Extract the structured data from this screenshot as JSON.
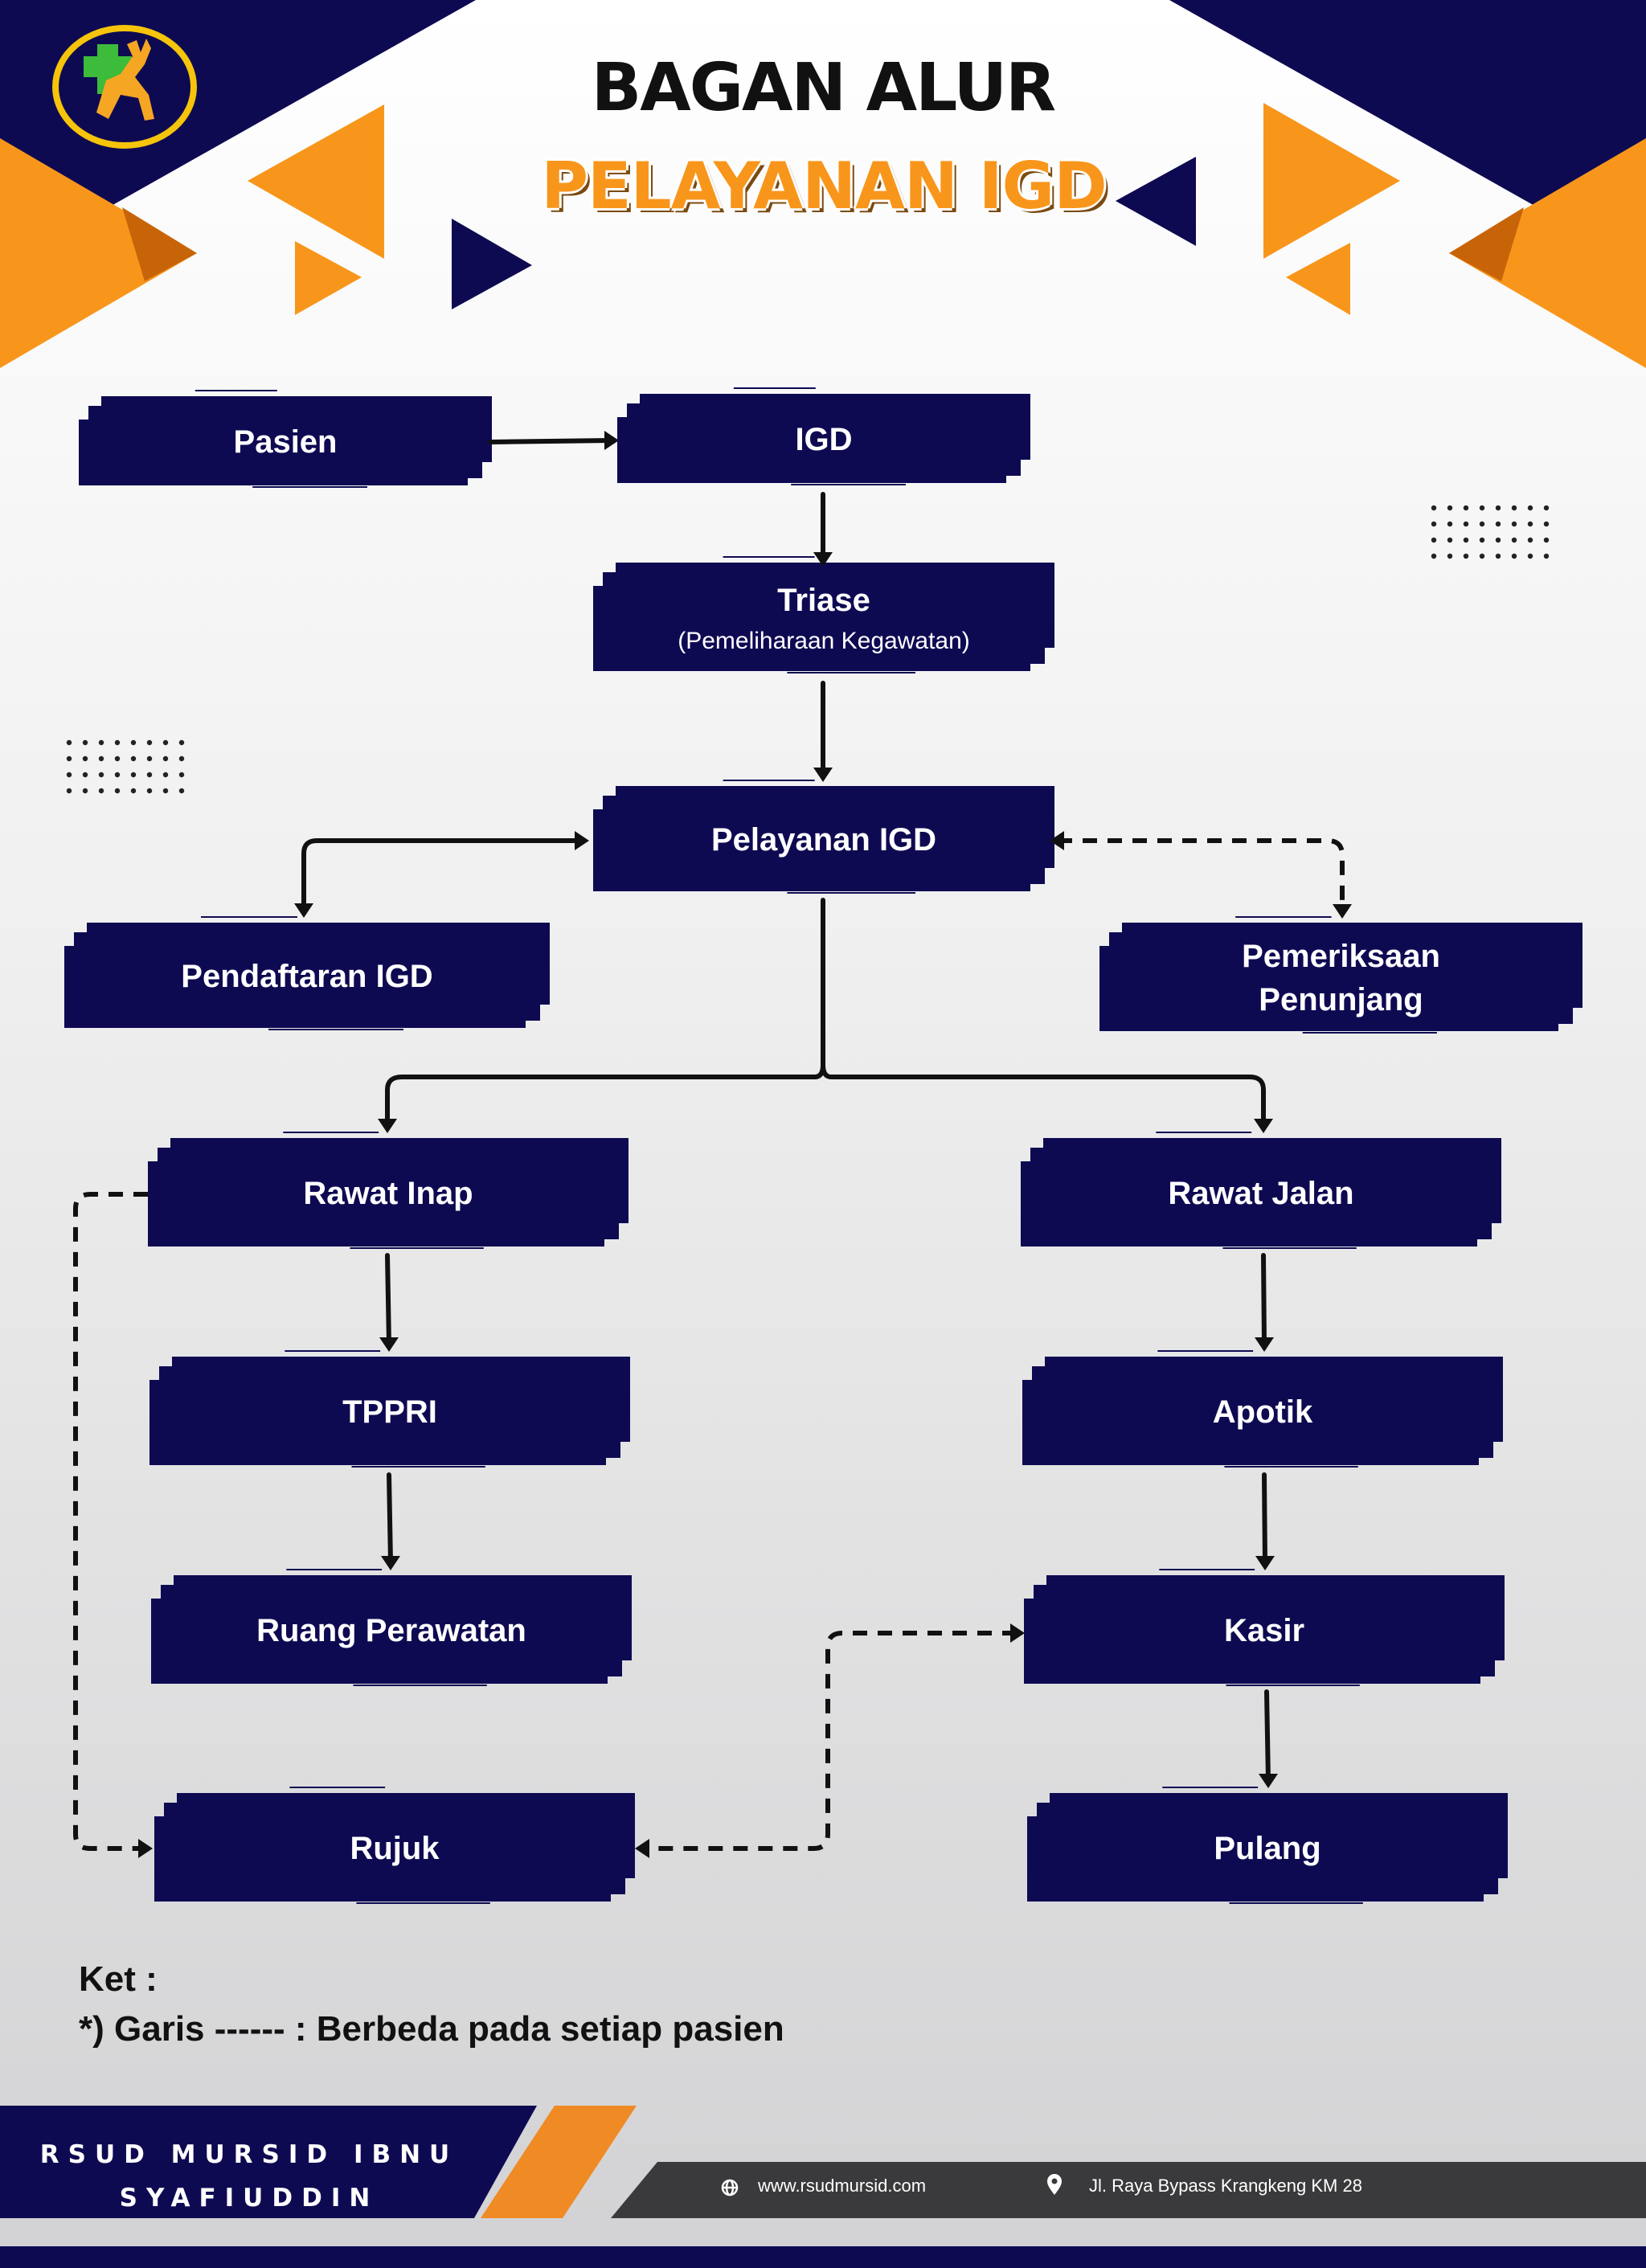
{
  "title": "BAGAN ALUR",
  "subtitle": "PELAYANAN IGD",
  "nodes": {
    "pasien": "Pasien",
    "igd": "IGD",
    "triase": "Triase",
    "triase_sub": "(Pemeliharaan Kegawatan)",
    "pelayanan_igd": "Pelayanan IGD",
    "pendaftaran_igd": "Pendaftaran IGD",
    "pemeriksaan_penunjang": "Pemeriksaan Penunjang",
    "rawat_inap": "Rawat Inap",
    "rawat_jalan": "Rawat Jalan",
    "tppri": "TPPRI",
    "apotik": "Apotik",
    "ruang_perawatan": "Ruang Perawatan",
    "kasir": "Kasir",
    "rujuk": "Rujuk",
    "pulang": "Pulang"
  },
  "legend": {
    "heading": "Ket :",
    "note": "*) Garis ------ : Berbeda pada setiap pasien"
  },
  "footer": {
    "org_name": "RSUD MURSID IBNU SYAFIUDDIN",
    "website": "www.rsudmursid.com",
    "address": "Jl. Raya Bypass Krangkeng KM 28"
  },
  "colors": {
    "navy": "#0e0a52",
    "orange": "#f8961c",
    "dark_orange": "#c86408",
    "footer_gray": "#3a3a3c"
  },
  "icons": [
    "hospital-logo-icon",
    "globe-icon",
    "location-pin-icon"
  ]
}
